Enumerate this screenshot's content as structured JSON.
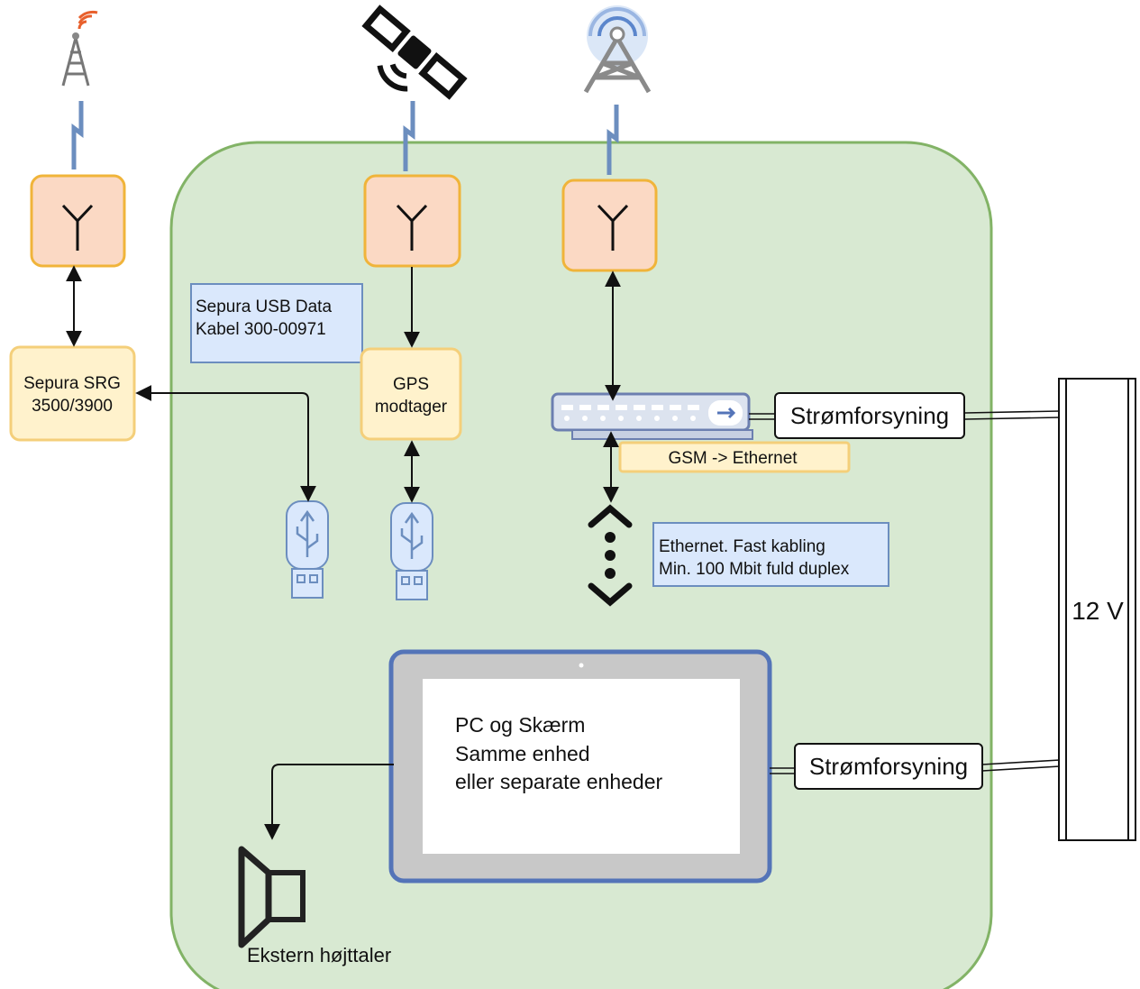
{
  "colors": {
    "enclosure_fill": "#d8e9d2",
    "enclosure_stroke": "#82b366",
    "antenna_fill": "#fbd9c4",
    "antenna_stroke": "#f0b43a",
    "device_fill": "#fff2cc",
    "device_stroke": "#f4cf7a",
    "note_fill": "#dae8fc",
    "note_stroke": "#6c8ebf",
    "radio_link": "#6c8ebf",
    "usb_fill": "#dae8fc",
    "usb_stroke": "#6c8ebf",
    "tablet_frame": "#c8c8c8",
    "tablet_border": "#5474b8"
  },
  "icons": {
    "tetra_tower": "radio-tower-icon",
    "satellite": "satellite-icon",
    "gsm_tower": "cell-tower-icon",
    "antenna": "antenna-icon",
    "usb": "usb-stick-icon",
    "switch": "network-switch-icon",
    "speaker": "speaker-icon"
  },
  "nodes": {
    "sepura_srg": {
      "line1": "Sepura SRG",
      "line2": "3500/3900"
    },
    "usb_cable_note": {
      "line1": "Sepura USB Data",
      "line2": "Kabel 300-00971"
    },
    "gps": {
      "line1": "GPS",
      "line2": "modtager"
    },
    "gsm_ethernet": {
      "label": "GSM -> Ethernet"
    },
    "power_top": {
      "label": "Strømforsyning"
    },
    "power_bottom": {
      "label": "Strømforsyning"
    },
    "ethernet_note": {
      "line1": "Ethernet. Fast kabling",
      "line2": "Min. 100 Mbit fuld duplex"
    },
    "battery": {
      "label": "12 V"
    },
    "pc_screen": {
      "line1": "PC og Skærm",
      "line2": "Samme enhed",
      "line3": "eller separate enheder"
    },
    "speaker": {
      "label": "Ekstern højttaler"
    }
  }
}
